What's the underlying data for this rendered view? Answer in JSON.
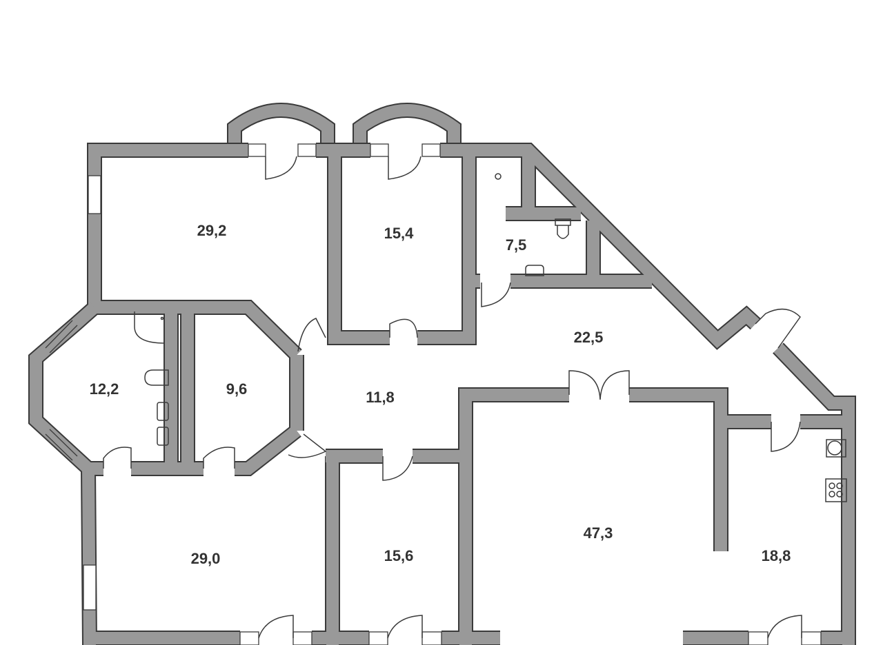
{
  "plan": {
    "rooms": [
      {
        "id": "bedroom-top-left",
        "area": "29,2"
      },
      {
        "id": "room-top-middle",
        "area": "15,4"
      },
      {
        "id": "bathroom-top",
        "area": "7,5"
      },
      {
        "id": "hall",
        "area": "22,5"
      },
      {
        "id": "bathroom-octagon",
        "area": "12,2"
      },
      {
        "id": "room-octagon",
        "area": "9,6"
      },
      {
        "id": "corridor",
        "area": "11,8"
      },
      {
        "id": "living-room",
        "area": "47,3"
      },
      {
        "id": "kitchen",
        "area": "18,8"
      },
      {
        "id": "bedroom-bottom-left",
        "area": "29,0"
      },
      {
        "id": "room-bottom-middle",
        "area": "15,6"
      }
    ],
    "colors": {
      "wall": "#999999",
      "outline": "#3a3a3a",
      "label": "#333333"
    }
  }
}
